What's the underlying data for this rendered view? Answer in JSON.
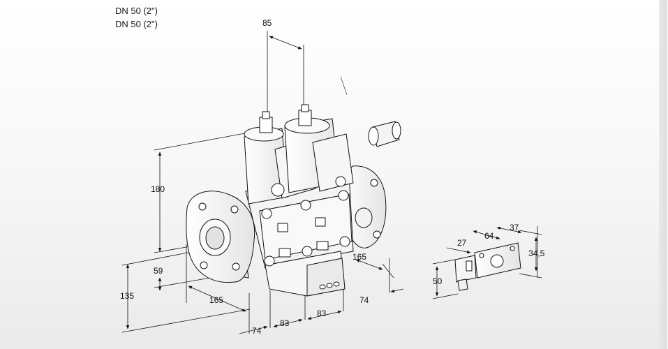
{
  "titles": [
    "DN 50 (2\")",
    "DN 50 (2\")"
  ],
  "dimensions": {
    "d85": "85",
    "d180": "180",
    "d59": "59",
    "d135": "135",
    "d165_left": "165",
    "d165_right": "165",
    "d74_bottom": "74",
    "d74_right": "74",
    "d83_a": "83",
    "d83_b": "83",
    "d27": "27",
    "d64": "64",
    "d37": "37",
    "d34_5": "34,5",
    "d50": "50"
  }
}
